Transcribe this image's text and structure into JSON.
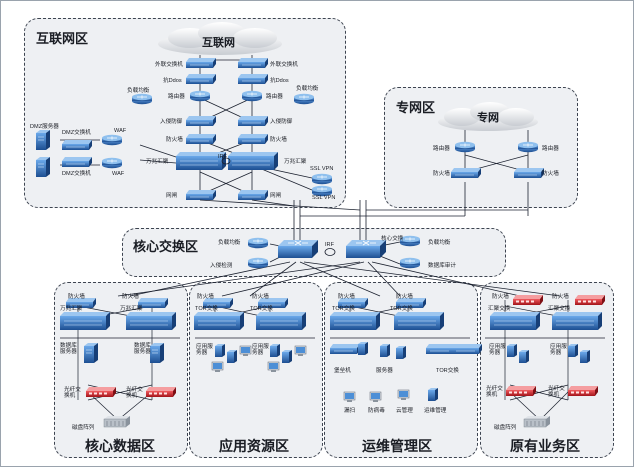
{
  "zones": {
    "internet": "互联网区",
    "private": "专网区",
    "core": "核心交换区",
    "coredata": "核心数据区",
    "appres": "应用资源区",
    "ops": "运维管理区",
    "legacy": "原有业务区"
  },
  "clouds": {
    "internet": "互联网",
    "private": "专网"
  },
  "internet": {
    "ext_switch_l": "外联交换机",
    "ext_switch_r": "外联交换机",
    "antiddos_l": "抗Ddos",
    "antiddos_r": "抗Ddos",
    "lb_l": "负载均衡",
    "lb_r": "负载均衡",
    "router_l": "路由器",
    "router_r": "路由器",
    "ips_l": "入侵防御",
    "ips_r": "入侵防御",
    "fw_l": "防火墙",
    "fw_r": "防火墙",
    "agg_l": "万兆汇聚",
    "agg_r": "万兆汇聚",
    "irf": "IRF",
    "gap_l": "网闸",
    "gap_r": "网闸",
    "dmz_server": "DMZ服务器",
    "dmz_switch_t": "DMZ交换机",
    "dmz_switch_b": "DMZ交换机",
    "waf_t": "WAF",
    "waf_b": "WAF",
    "sslvpn_t": "SSL VPN",
    "sslvpn_b": "SSL VPN"
  },
  "private": {
    "router_l": "路由器",
    "router_r": "路由器",
    "fw_l": "防火墙",
    "fw_r": "防火墙"
  },
  "core": {
    "lb_l": "负载均衡",
    "ids": "入侵检测",
    "core_sw": "核心交换",
    "irf": "IRF",
    "lb_r": "负载均衡",
    "db_audit": "数据库审计"
  },
  "coredata": {
    "fw_l": "防火墙",
    "fw_r": "防火墙",
    "agg_l": "万兆汇聚",
    "agg_r": "万兆汇聚",
    "db_l": "数据库\n服务器",
    "db_r": "数据库\n服务器",
    "fc_l": "光纤交\n换机",
    "fc_r": "光纤交\n换机",
    "array": "磁盘阵列"
  },
  "appres": {
    "fw_l": "防火墙",
    "fw_r": "防火墙",
    "tor_l": "TOR交换",
    "tor_r": "TOR交换",
    "app_l": "应用服\n务器",
    "app_r": "应用服\n务器"
  },
  "ops": {
    "fw_l": "防火墙",
    "fw_r": "防火墙",
    "tor_l": "TOR交换",
    "tor_r": "TOR交换",
    "bastion": "堡垒机",
    "server": "服务器",
    "tor_b": "TOR交换",
    "vuln": "漏扫",
    "av": "防病毒",
    "cloud_mgmt": "云管理",
    "ops_mgmt": "运维管理"
  },
  "legacy": {
    "fw_l": "防火墙",
    "fw_r": "防火墙",
    "agg_l": "汇聚交换",
    "agg_r": "汇聚交换",
    "app_l": "应用服\n务器",
    "app_r": "应用服\n务器",
    "fc_l": "光纤交\n换机",
    "fc_r": "光纤交\n换机",
    "array": "磁盘阵列"
  },
  "colors": {
    "device_blue": "#1f5fa8",
    "device_light": "#4d8fd6",
    "zone_bg": "#eef0f3",
    "line": "#1c2230",
    "red_fw": "#d7262b"
  }
}
